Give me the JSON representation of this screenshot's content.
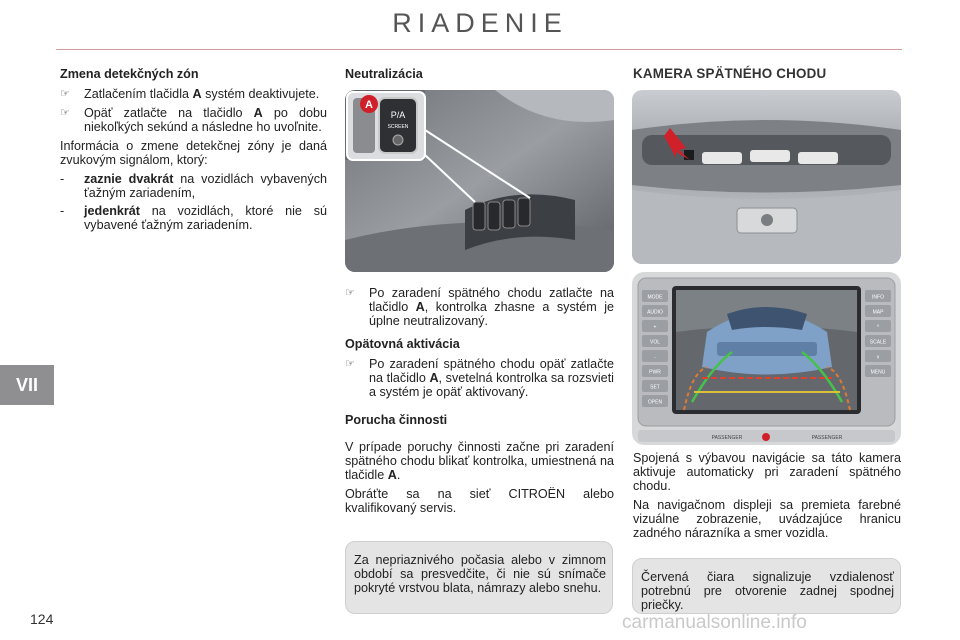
{
  "header": {
    "title": "RIADENIE"
  },
  "chapter_tab": "VII",
  "page_number": "124",
  "watermark": "carmanualsonline.info",
  "col1": {
    "heading": "Zmena detekčných zón",
    "bullet1": {
      "pre": "Zatlačením tlačidla ",
      "bold": "A",
      "post": " systém deaktivujete."
    },
    "bullet2": {
      "pre": "Opäť zatlačte na tlačidlo ",
      "bold": "A",
      "post": " po dobu niekoľkých sekúnd a následne ho uvoľnite."
    },
    "para": "Informácia o zmene detekčnej zóny je daná zvukovým signálom, ktorý:",
    "dash1": {
      "bold": "zaznie dvakrát",
      "post": " na vozidlách vybavených ťažným zariadením,"
    },
    "dash2": {
      "bold": "jedenkrát",
      "post": " na vozidlách, ktoré nie sú vybavené ťažným zariadením."
    }
  },
  "col2": {
    "heading": "Neutralizácia",
    "image_label": "A",
    "image_button_label": "P/A",
    "image_button_sublabel": "SCREEN",
    "bullet1": {
      "pre": "Po zaradení spätného chodu zatlačte na tlačidlo ",
      "bold": "A",
      "post": ", kontrolka zhasne a systém je úplne neutralizovaný."
    },
    "heading2": "Opätovná aktivácia",
    "bullet2": {
      "pre": "Po zaradení spätného chodu opäť zatlačte na tlačidlo ",
      "bold": "A",
      "post": ", svetelná kontrolka sa rozsvieti a systém je opäť aktivovaný."
    },
    "heading3": "Porucha činnosti",
    "para1": {
      "pre": "V prípade poruchy činnosti začne pri zaradení spätného chodu blikať kontrolka, umiestnená na tlačidle ",
      "bold": "A",
      "post": "."
    },
    "para2": "Obráťte sa na sieť CITROËN alebo kvalifikovaný servis.",
    "note": "Za nepriaznivého počasia alebo v zimnom období sa presvedčite, či nie sú snímače pokryté vrstvou blata, námrazy alebo snehu."
  },
  "col3": {
    "heading": "KAMERA SPÄTNÉHO CHODU",
    "screen_buttons_left": [
      "MODE",
      "AUDIO",
      "+",
      "VOL",
      "-",
      "PWR",
      "SET",
      "OPEN"
    ],
    "screen_buttons_right": [
      "INFO",
      "MAP",
      "^",
      "SCALE",
      "v",
      "MENU"
    ],
    "screen_bottom_labels": [
      "PASSENGER",
      "PASSENGER"
    ],
    "para1": "Spojená s výbavou navigácie sa táto kamera aktivuje automaticky pri zaradení spätného chodu.",
    "para2": "Na navigačnom displeji sa premieta farebné vizuálne zobrazenie, uvádzajúce hranicu zadného nárazníka a smer vozidla.",
    "note": "Červená čiara signalizuje vzdialenosť potrebnú pre otvorenie zadnej spodnej priečky."
  },
  "colors": {
    "accent_line": "#d39aa0",
    "tab_gray": "#8f8f91",
    "note_bg": "#e4e4e4",
    "arrow_red": "#d0202a"
  }
}
